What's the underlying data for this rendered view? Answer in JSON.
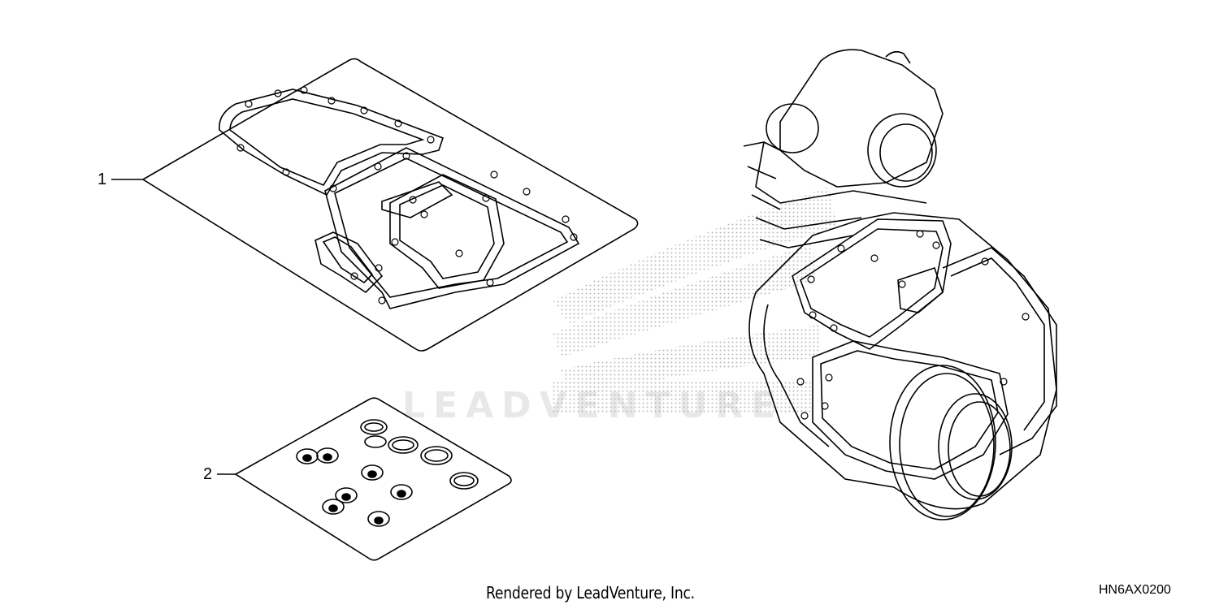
{
  "diagram": {
    "code": "HN6AX0200",
    "credit": "Rendered by LeadVenture, Inc.",
    "watermark": "LEADVENTURE",
    "callouts": [
      {
        "number": "1"
      },
      {
        "number": "2"
      }
    ]
  },
  "colors": {
    "line": "#000000",
    "background": "#ffffff",
    "watermark": "#e8e8e8"
  }
}
